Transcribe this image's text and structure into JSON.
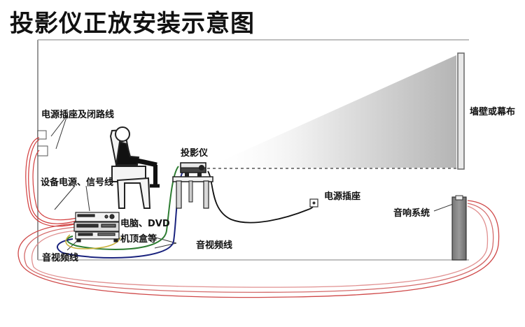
{
  "title": "投影仪正放安装示意图",
  "labels": {
    "power_socket_loop": "电源插座及闭路线",
    "device_power_signal": "设备电源、信号线",
    "projector": "投影仪",
    "wall_screen": "墙壁或幕布",
    "power_socket": "电源插座",
    "sound_system": "音响系统",
    "pc_dvd": "电脑、DVD",
    "set_top_box": "机顶盒等",
    "av_cable_right": "音视频线",
    "av_cable_left": "音视频线"
  }
}
